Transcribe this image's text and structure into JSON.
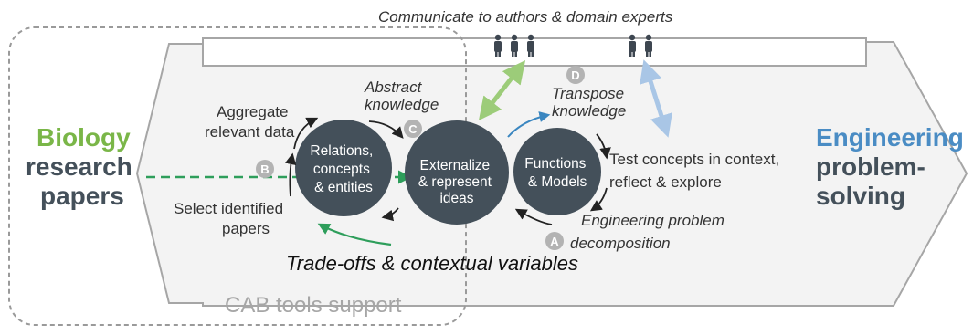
{
  "colors": {
    "green": "#7ab648",
    "blue": "#4a8cc4",
    "dark": "#44505a",
    "gray": "#a6a6a6",
    "badge": "#b3b3b3",
    "blue_arrow": "#a9c6e6",
    "green_arrow": "#9ccc79"
  },
  "top_label": "Communicate to authors & domain experts",
  "left": {
    "line1": "Biology",
    "line2": "research",
    "line3": "papers"
  },
  "right": {
    "line1": "Engineering",
    "line2": "problem-",
    "line3": "solving"
  },
  "circles": {
    "relations": [
      "Relations,",
      "concepts",
      "& entities"
    ],
    "externalize": [
      "Externalize",
      "& represent",
      "ideas"
    ],
    "functions": [
      "Functions",
      "& Models"
    ]
  },
  "labels": {
    "aggregate": [
      "Aggregate",
      "relevant data"
    ],
    "select": [
      "Select identified",
      "papers"
    ],
    "abstract": [
      "Abstract",
      "knowledge"
    ],
    "transpose": [
      "Transpose",
      "knowledge"
    ],
    "test": [
      "Test concepts in context,",
      "reflect & explore"
    ],
    "decomp": [
      "Engineering problem",
      "decomposition"
    ],
    "tradeoffs": "Trade-offs & contextual variables",
    "cab": "CAB tools support"
  },
  "badges": {
    "a": "A",
    "b": "B",
    "c": "C",
    "d": "D"
  },
  "icons": {
    "group3": "people-icon",
    "group2": "people-icon"
  }
}
